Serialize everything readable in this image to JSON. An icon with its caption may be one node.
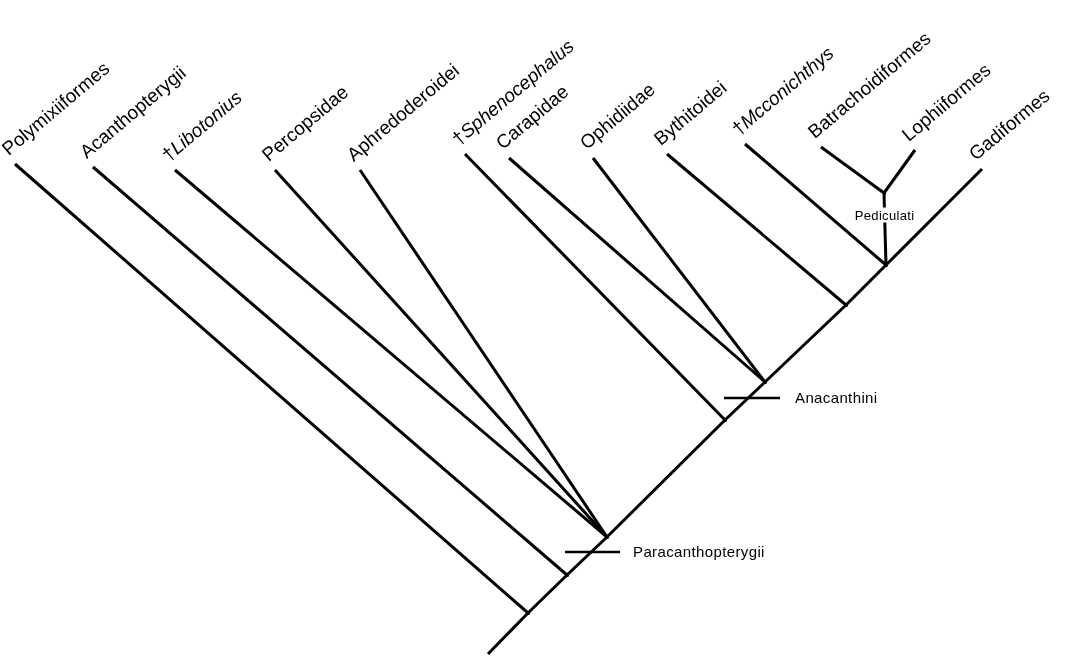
{
  "diagram": {
    "nodes": [
      {
        "text": [
          "Polymixiiformes"
        ]
      },
      {
        "text": [
          "Acanthopterygii"
        ]
      },
      {
        "text": [
          "†*Libotonius*"
        ]
      },
      {
        "text": [
          "Percopsidae"
        ]
      },
      {
        "text": [
          "Aphredoderoidei"
        ]
      },
      {
        "text": [
          "†*Sphenocephalus*"
        ]
      },
      {
        "text": [
          "Carapidae"
        ]
      },
      {
        "text": [
          "Ophidiidae"
        ]
      },
      {
        "text": [
          "Bythitoidei"
        ]
      },
      {
        "text": [
          "†*Mcconichthys*"
        ]
      },
      {
        "text": [
          "Batrachoidiformes"
        ]
      },
      {
        "text": [
          "Lophiiformes"
        ]
      },
      {
        "text": [
          "Gadiformes"
        ]
      },
      {
        "text": [],
        "shape": "dot"
      },
      {
        "text": [],
        "shape": "dot"
      },
      {
        "text": [],
        "shape": "dot"
      },
      {
        "text": [],
        "shape": "dot"
      },
      {
        "text": [],
        "shape": "dot"
      },
      {
        "text": [],
        "shape": "dot"
      },
      {
        "text": [],
        "shape": "dot"
      },
      {
        "text": [],
        "shape": "dot"
      }
    ],
    "edges": [
      {
        "from": null,
        "to": 13,
        "arrow": "none"
      },
      {
        "from": 0,
        "to": 13,
        "arrow": "none"
      },
      {
        "from": 1,
        "to": 14,
        "arrow": "none"
      },
      {
        "from": 2,
        "to": 15,
        "arrow": "none"
      },
      {
        "from": 3,
        "to": 15,
        "arrow": "none"
      },
      {
        "from": 4,
        "to": 15,
        "arrow": "none"
      },
      {
        "from": 5,
        "to": 16,
        "arrow": "none"
      },
      {
        "from": 6,
        "to": 17,
        "arrow": "none"
      },
      {
        "from": 7,
        "to": 17,
        "arrow": "none"
      },
      {
        "from": 8,
        "to": 18,
        "arrow": "none"
      },
      {
        "from": 9,
        "to": 20,
        "arrow": "none"
      },
      {
        "from": 10,
        "to": 19,
        "arrow": "none"
      },
      {
        "from": 11,
        "to": 19,
        "arrow": "none"
      },
      {
        "from": 19,
        "to": 20,
        "arrow": "none",
        "label": "Pediculati"
      },
      {
        "from": 13,
        "to": 14,
        "arrow": "none"
      },
      {
        "from": 14,
        "to": 15,
        "arrow": "none"
      },
      {
        "from": 15,
        "to": 16,
        "arrow": "none"
      },
      {
        "from": 16,
        "to": 17,
        "arrow": "none"
      },
      {
        "from": 17,
        "to": 18,
        "arrow": "none"
      },
      {
        "from": 18,
        "to": 20,
        "arrow": "none"
      },
      {
        "from": 20,
        "to": 12,
        "arrow": "none"
      }
    ],
    "labels": [
      "Anacanthini",
      "Paracanthopterygii"
    ]
  }
}
